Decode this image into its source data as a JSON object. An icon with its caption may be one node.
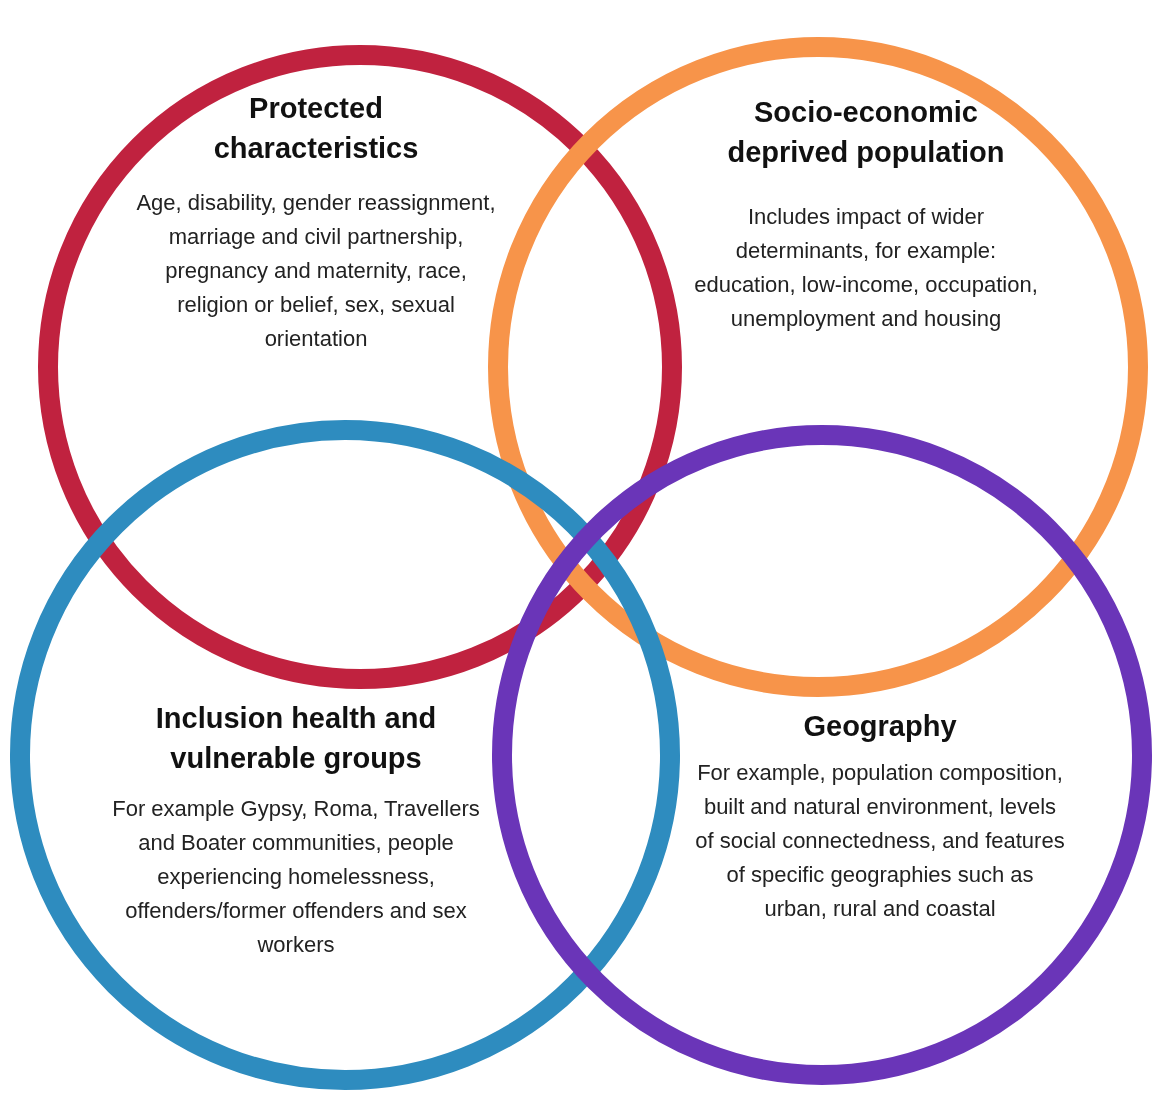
{
  "diagram": {
    "nodes": [
      {
        "text": [
          "Protected characteristics",
          "Age, disability, gender reassignment, marriage and civil partnership, pregnancy and maternity, race, religion or belief, sex, sexual orientation"
        ]
      },
      {
        "text": [
          "Socio-economic deprived population",
          "Includes impact of wider determinants, for example: education, low-income, occupation, unemployment and housing"
        ]
      },
      {
        "text": [
          "Inclusion health and vulnerable groups",
          "For example Gypsy, Roma, Travellers and Boater communities, people experiencing homelessness, offenders/former offenders and sex workers"
        ]
      },
      {
        "text": [
          "Geography",
          "For example, population composition, built and natural environment, levels of social connectedness, and features of specific geographies such as urban, rural and coastal"
        ]
      }
    ]
  }
}
